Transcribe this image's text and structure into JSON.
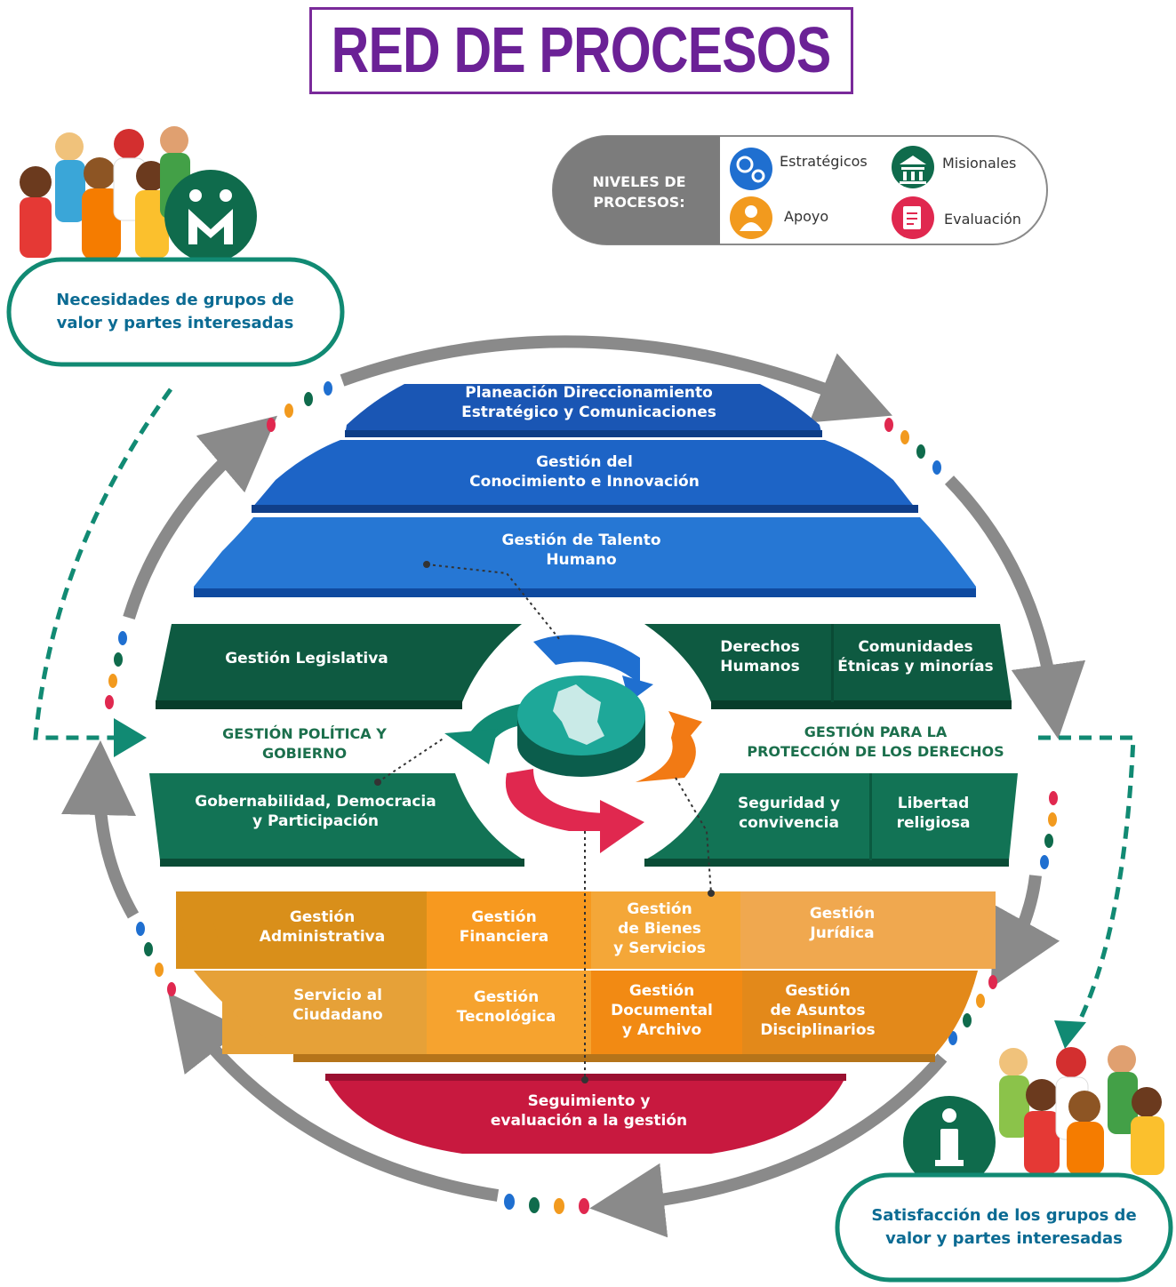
{
  "title": "RED DE PROCESOS",
  "legend": {
    "heading": "NIVELES DE\nPROCESOS:",
    "items": [
      {
        "label": "Estratégicos",
        "icon": "gears-icon",
        "color": "#1f6fd0"
      },
      {
        "label": "Misionales",
        "icon": "institution-icon",
        "color": "#0f6b4c"
      },
      {
        "label": "Apoyo",
        "icon": "support-person-icon",
        "color": "#f29a1e"
      },
      {
        "label": "Evaluación",
        "icon": "checklist-icon",
        "color": "#e0284f"
      }
    ]
  },
  "needs_label": "Necesidades de grupos de\nvalor y partes interesadas",
  "satisfaction_label": "Satisfacción de los grupos de\nvalor y partes interesadas",
  "strategic": [
    "Planeación Direccionamiento\nEstratégico y Comunicaciones",
    "Gestión del\nConocimiento e Innovación",
    "Gestión de Talento\nHumano"
  ],
  "misional": {
    "left_heading": "GESTIÓN POLÍTICA Y\nGOBIERNO",
    "right_heading": "GESTIÓN PARA LA\nPROTECCIÓN DE LOS DERECHOS",
    "left_top": "Gestión Legislativa",
    "left_bottom": "Gobernabilidad, Democracia\ny  Participación",
    "right_top": [
      "Derechos\nHumanos",
      "Comunidades\nÉtnicas y minorías"
    ],
    "right_bottom": [
      "Seguridad y\nconvivencia",
      "Libertad\nreligiosa"
    ]
  },
  "support": [
    [
      "Gestión\nAdministrativa",
      "Gestión\nFinanciera",
      "Gestión\nde Bienes\ny Servicios",
      "Gestión\nJurídica"
    ],
    [
      "Servicio al\nCiudadano",
      "Gestión\nTecnológica",
      "Gestión\nDocumental\ny Archivo",
      "Gestión\nde Asuntos\nDisciplinarios"
    ]
  ],
  "evaluation": "Seguimiento y\nevaluación a la gestión",
  "colors": {
    "title": "#6b2196",
    "strategic_1": "#1a56b4",
    "strategic_2": "#1d64c6",
    "strategic_3": "#2677d4",
    "misional_dark": "#0e5a41",
    "misional_mid": "#127355",
    "support_dark": "#d98f1a",
    "support_light": "#f3a53a",
    "evaluation": "#c8193f",
    "teal": "#118a73",
    "arrow_gray": "#8a8a8a"
  }
}
